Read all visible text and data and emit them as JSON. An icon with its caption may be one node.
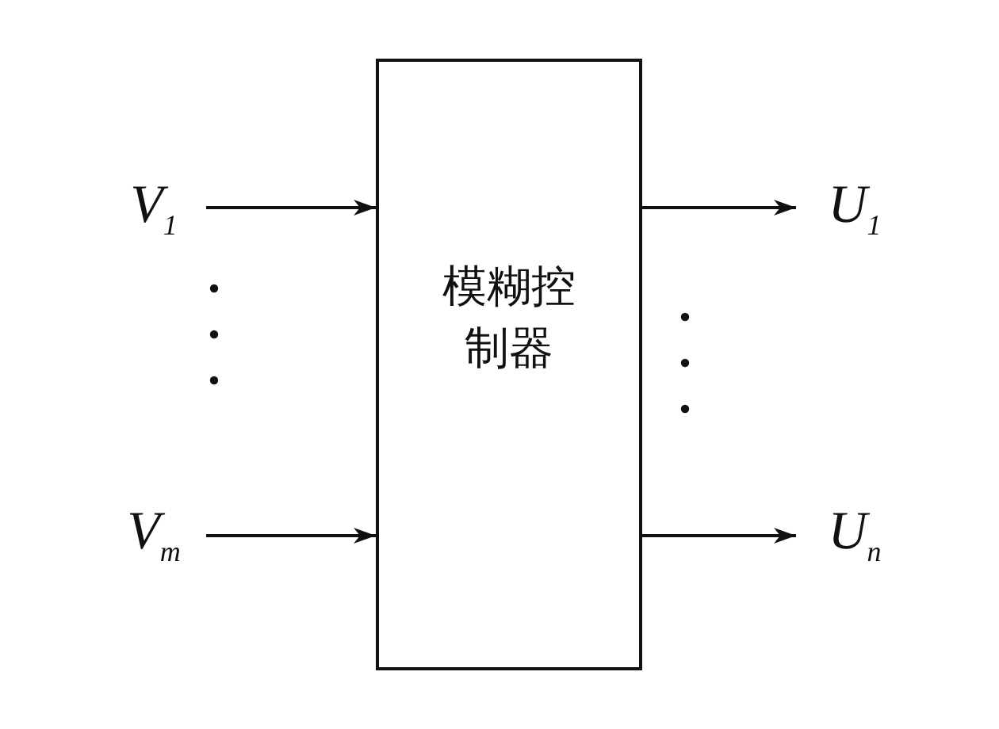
{
  "diagram": {
    "nodes": [
      {
        "text": [
          "模糊控制器"
        ]
      },
      {
        "text": [
          "V$_{1}$"
        ]
      },
      {
        "text": [
          "V$_{m}$"
        ]
      },
      {
        "text": [
          "U$_{1}$"
        ]
      },
      {
        "text": [
          "U$_{n}$"
        ]
      }
    ],
    "edges": [
      {
        "from": 1,
        "to": 0,
        "arrow": "to"
      },
      {
        "from": 2,
        "to": 0,
        "arrow": "to"
      },
      {
        "from": 0,
        "to": 3,
        "arrow": "to"
      },
      {
        "from": 0,
        "to": 4,
        "arrow": "to"
      }
    ]
  }
}
